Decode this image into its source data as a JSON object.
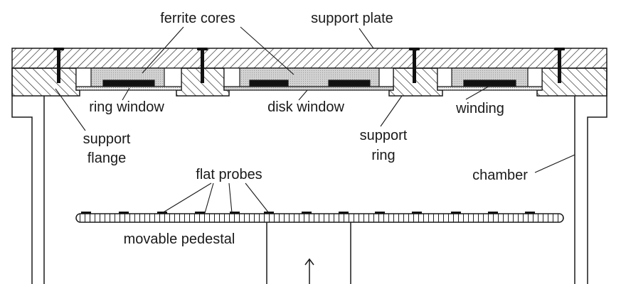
{
  "labels": {
    "ferrite_cores": "ferrite cores",
    "support_plate": "support plate",
    "ring_window": "ring window",
    "disk_window": "disk window",
    "winding": "winding",
    "support_flange_1": "support",
    "support_flange_2": "flange",
    "support_ring_1": "support",
    "support_ring_2": "ring",
    "chamber": "chamber",
    "flat_probes": "flat probes",
    "movable_pedestal": "movable pedestal"
  },
  "colors": {
    "line": "#1a1a1a",
    "core_fill": "#c8c8c8",
    "window_fill": "#e4e4e4"
  }
}
